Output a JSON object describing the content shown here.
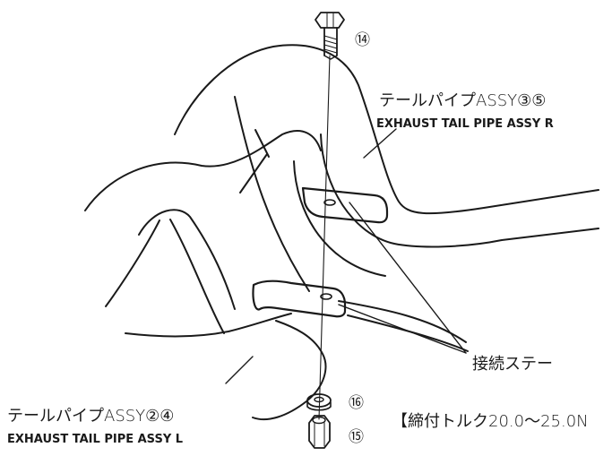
{
  "parts": {
    "bolt_number": "⑭",
    "washer_number": "⑯",
    "nut_number": "⑮"
  },
  "labels": {
    "right_pipe_jp": "テールパイプASSY③⑤",
    "right_pipe_en": "EXHAUST TAIL PIPE  ASSY  R",
    "left_pipe_jp": "テールパイプASSY②④",
    "left_pipe_en": "EXHAUST TAIL PIPE  ASSY  L",
    "stay": "接続ステー",
    "torque": "【締付トルク20.0～25.0N"
  }
}
